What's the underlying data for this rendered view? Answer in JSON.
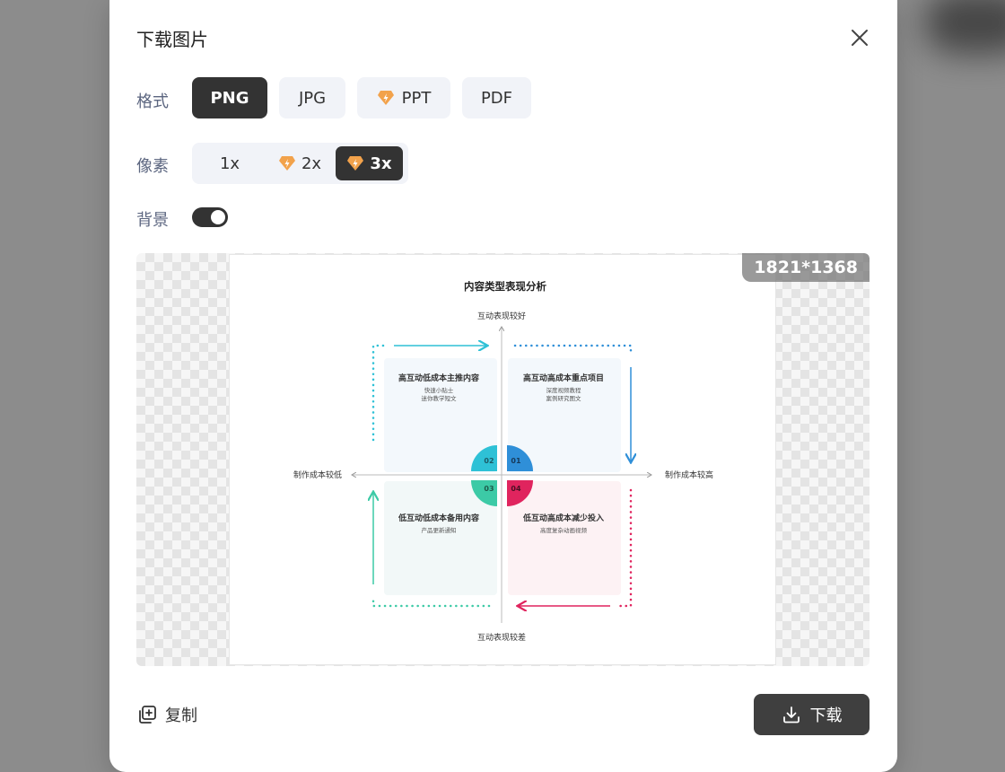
{
  "dialog": {
    "title": "下载图片",
    "format_label": "格式",
    "pixel_label": "像素",
    "background_label": "背景",
    "formats": [
      "PNG",
      "JPG",
      "PPT",
      "PDF"
    ],
    "selected_format": "PNG",
    "scales": [
      "1x",
      "2x",
      "3x"
    ],
    "selected_scale": "3x",
    "background_enabled": true,
    "dimensions": "1821*1368",
    "copy_label": "复制",
    "download_label": "下载"
  },
  "infographic": {
    "title": "内容类型表现分析",
    "axis_top": "互动表现较好",
    "axis_bottom": "互动表现较差",
    "axis_left": "制作成本较低",
    "axis_right": "制作成本较高",
    "quadrants": [
      {
        "num": "02",
        "title": "高互动低成本主推内容",
        "line1": "快速小贴士",
        "line2": "迷你教学短文",
        "color": "#2ec1d6"
      },
      {
        "num": "01",
        "title": "高互动高成本重点项目",
        "line1": "深度视频教程",
        "line2": "案例研究图文",
        "color": "#2f8fd8"
      },
      {
        "num": "03",
        "title": "低互动低成本备用内容",
        "line1": "产品更新通知",
        "line2": "",
        "color": "#3ccaa6"
      },
      {
        "num": "04",
        "title": "低互动高成本减少投入",
        "line1": "高度复杂动画视频",
        "line2": "",
        "color": "#e0245e"
      }
    ]
  },
  "colors": {
    "dark_button": "#333333",
    "light_button": "#f1f3f8",
    "label_text": "#5c6680",
    "premium_icon": "#f2a24b"
  },
  "icons": {
    "close": "close-icon",
    "premium": "premium-gem-icon",
    "copy": "copy-icon",
    "download": "download-icon"
  }
}
